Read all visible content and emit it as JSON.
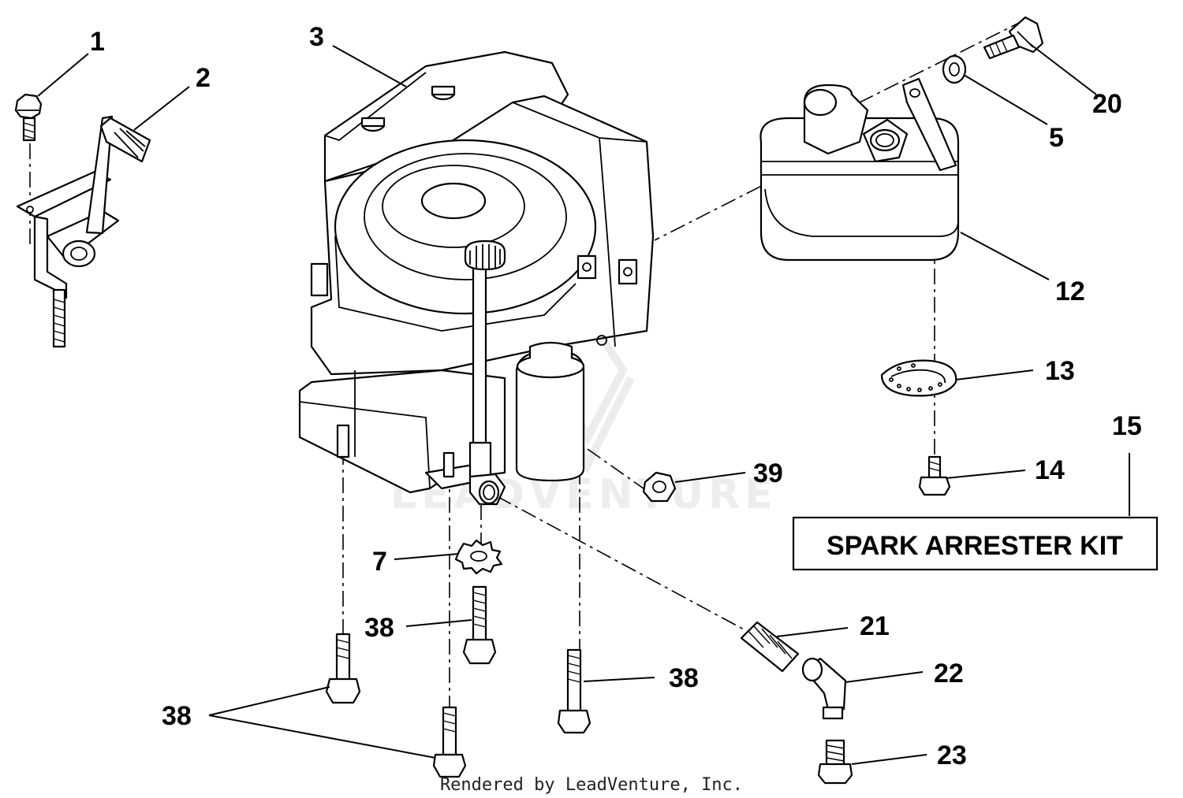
{
  "callouts": {
    "c1": "1",
    "c2": "2",
    "c3": "3",
    "c5": "5",
    "c7": "7",
    "c12": "12",
    "c13": "13",
    "c14": "14",
    "c15": "15",
    "c20": "20",
    "c21": "21",
    "c22": "22",
    "c23": "23",
    "c38a": "38",
    "c38b": "38",
    "c38c": "38",
    "c39": "39"
  },
  "kit_box": {
    "label": "SPARK ARRESTER KIT"
  },
  "watermark": {
    "text": "LEADVENTURE"
  },
  "footer": {
    "text": "Rendered by LeadVenture, Inc."
  }
}
